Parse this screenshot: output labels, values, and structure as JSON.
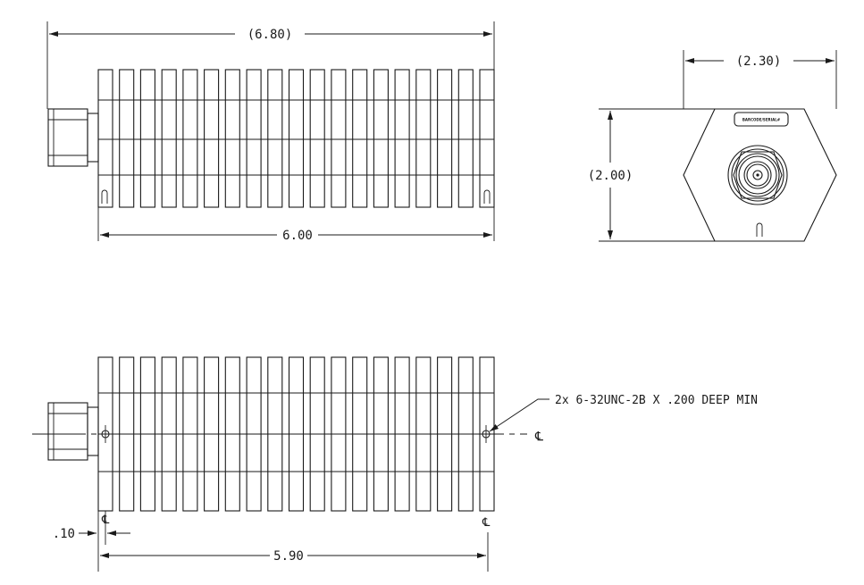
{
  "top_view": {
    "overall_length_dim": "(6.80)",
    "body_length_dim": "6.00"
  },
  "end_view": {
    "width_dim": "(2.30)",
    "height_dim": "(2.00)",
    "label_plate_text": "BARCODE/SERIAL#"
  },
  "bottom_view": {
    "hole_spacing_dim": "5.90",
    "hole_offset_dim": ".10",
    "hole_callout": "2x 6-32UNC-2B X .200 DEEP MIN",
    "centerline_symbol": "℄"
  }
}
